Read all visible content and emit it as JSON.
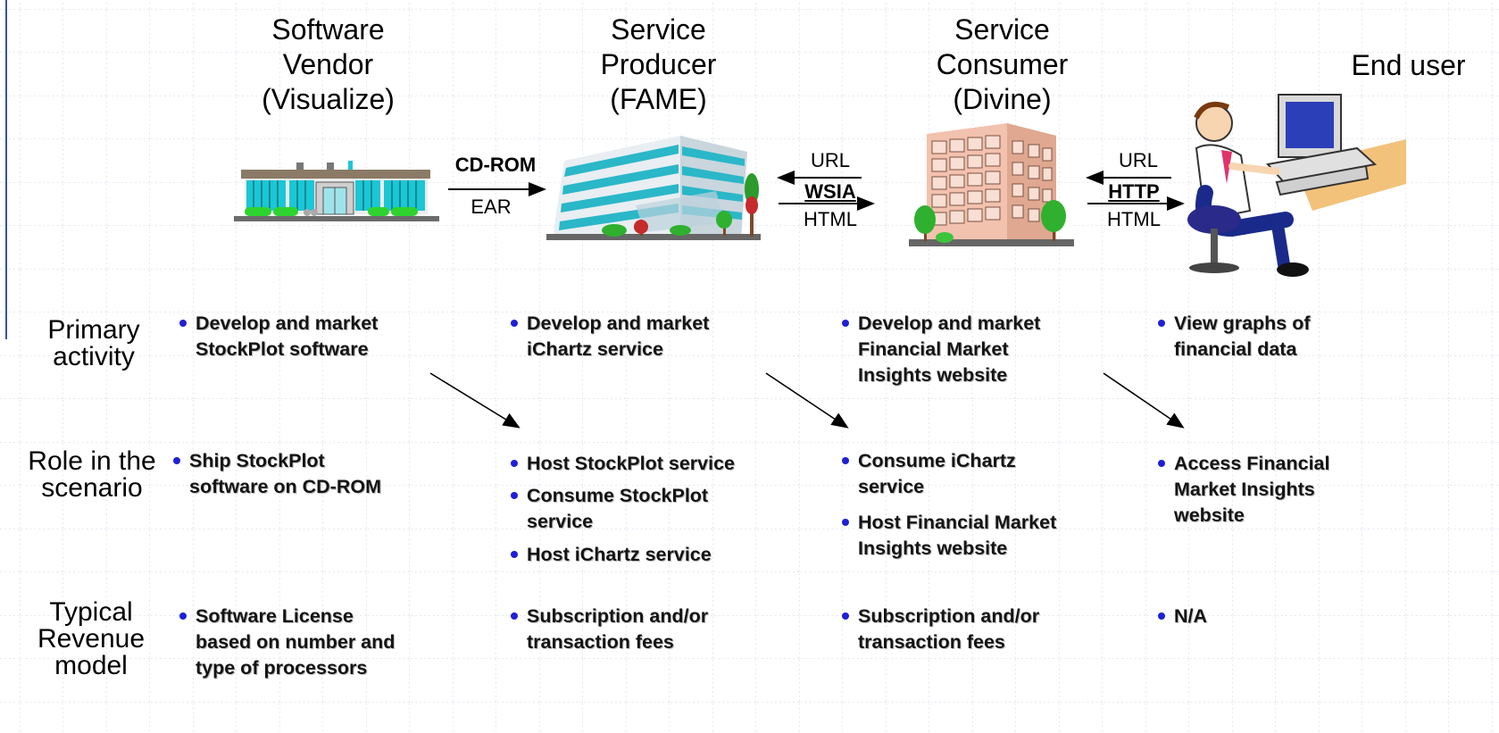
{
  "columns": [
    {
      "heading": "Software\nVendor\n(Visualize)",
      "illustration": "store-building-icon"
    },
    {
      "heading": "Service\nProducer\n(FAME)",
      "illustration": "office-tower-icon"
    },
    {
      "heading": "Service\nConsumer\n(Divine)",
      "illustration": "brick-building-icon"
    },
    {
      "heading": "End user",
      "illustration": "person-at-computer-icon"
    }
  ],
  "flows": {
    "vendor_to_producer": {
      "top": "CD-ROM",
      "bottom": "EAR"
    },
    "producer_consumer": {
      "top": "URL",
      "middle": "WSIA",
      "bottom": "HTML"
    },
    "consumer_user": {
      "top": "URL",
      "middle": "HTTP",
      "bottom": "HTML"
    }
  },
  "rows": {
    "primary": {
      "label": "Primary\nactivity",
      "cells": [
        [
          "Develop and market\nStockPlot software"
        ],
        [
          "Develop and market\niChartz service"
        ],
        [
          "Develop and market\nFinancial Market\nInsights website"
        ],
        [
          "View graphs of\nfinancial data"
        ]
      ]
    },
    "role": {
      "label": "Role in the\nscenario",
      "cells": [
        [
          "Ship StockPlot\nsoftware on CD-ROM"
        ],
        [
          "Host StockPlot service",
          "Consume StockPlot\nservice",
          "Host iChartz service"
        ],
        [
          "Consume iChartz\nservice",
          "Host Financial Market\nInsights website"
        ],
        [
          "Access Financial\nMarket Insights\nwebsite"
        ]
      ]
    },
    "revenue": {
      "label": "Typical\nRevenue\nmodel",
      "cells": [
        [
          "Software License\nbased on number and\ntype of processors"
        ],
        [
          "Subscription and/or\ntransaction fees"
        ],
        [
          "Subscription and/or\ntransaction fees"
        ],
        [
          "N/A"
        ]
      ]
    }
  },
  "colors": {
    "bullet": "#1f1fd6",
    "grid": "#c9d3e6",
    "left_rule": "#3b4fae"
  }
}
